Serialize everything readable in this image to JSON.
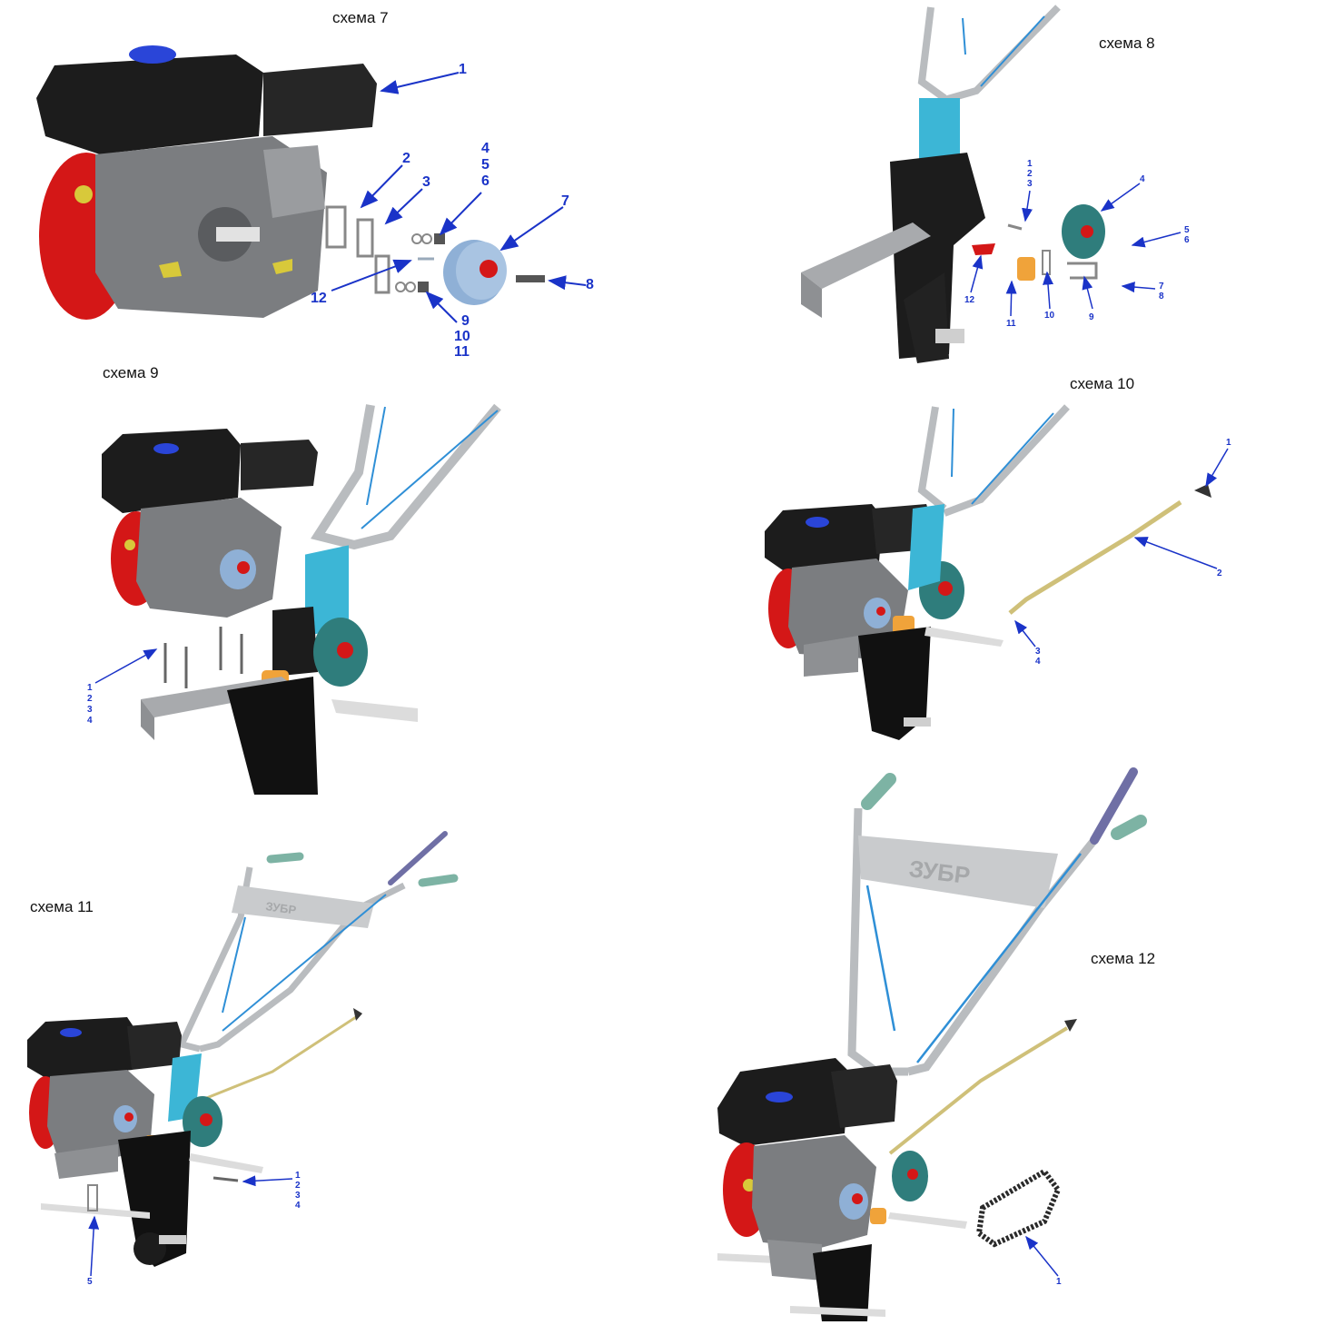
{
  "schemes": {
    "s7": {
      "title": "схема 7",
      "labels": [
        "1",
        "2",
        "3",
        "4",
        "5",
        "6",
        "7",
        "8",
        "9",
        "10",
        "11",
        "12"
      ]
    },
    "s8": {
      "title": "схема 8",
      "labels": [
        "1",
        "2",
        "3",
        "4",
        "5",
        "6",
        "7",
        "8",
        "9",
        "10",
        "11",
        "12"
      ]
    },
    "s9": {
      "title": "схема 9",
      "labels": [
        "1",
        "2",
        "3",
        "4"
      ]
    },
    "s10": {
      "title": "схема 10",
      "labels": [
        "1",
        "2",
        "3",
        "4"
      ]
    },
    "s11": {
      "title": "схема 11",
      "labels": [
        "1",
        "2",
        "3",
        "4",
        "5"
      ]
    },
    "s12": {
      "title": "схема 12",
      "labels": [
        "1"
      ]
    }
  },
  "brand_logo_text": "ЗУБР",
  "colors": {
    "callout": "#1a33c8",
    "engine_body": "#1c1c1c",
    "engine_red": "#d41717",
    "engine_gray": "#7b7d80",
    "frame_cyan": "#3cb6d6",
    "pulley_teal": "#2f7d7c",
    "pulley_blue": "#8fb0d6",
    "handle_gray": "#b9bcbf",
    "grip_green": "#7db3a4",
    "rod_yellow": "#cfc079",
    "bushing_orange": "#f0a33a",
    "fuel_cap_blue": "#2a45d8"
  }
}
